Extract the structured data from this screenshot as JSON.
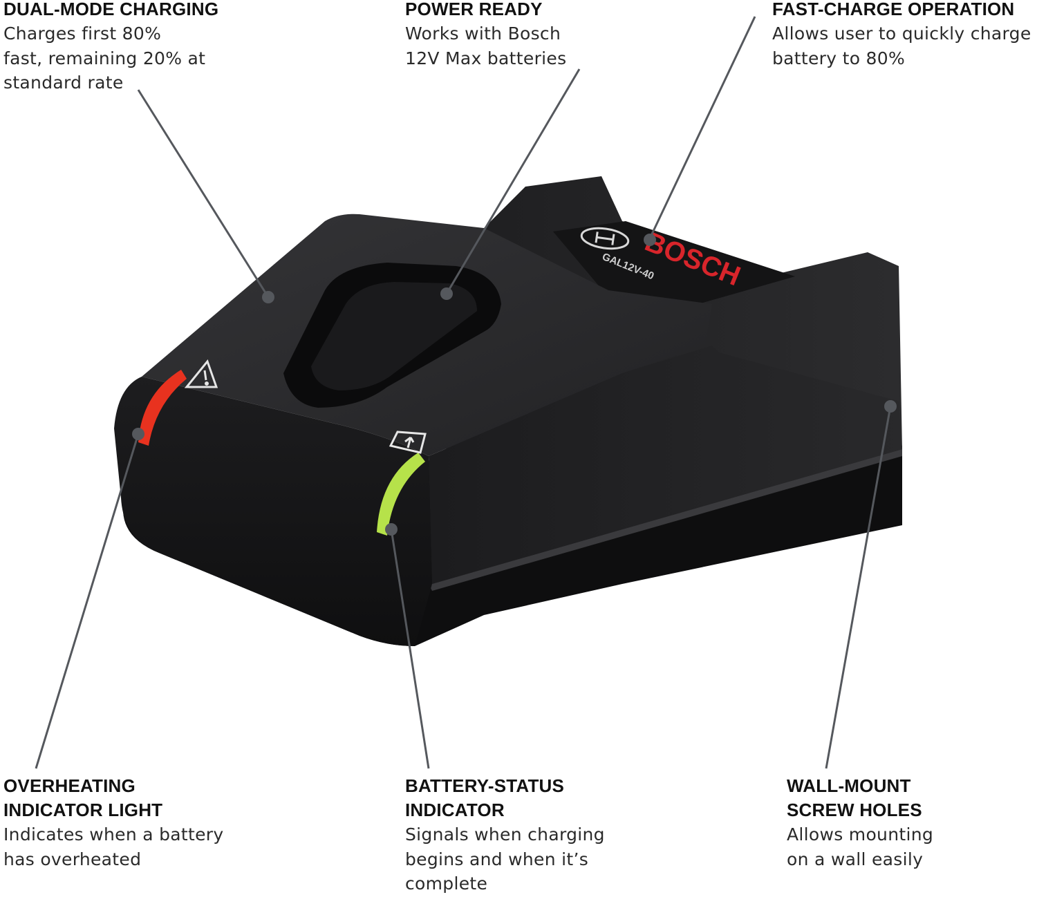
{
  "colors": {
    "charger_body": "#1f1f21",
    "charger_top": "#2b2b2d",
    "overheat_led": "#e8321f",
    "status_led": "#b6e24a",
    "brand_red": "#d8252b",
    "leader_line": "#55585d"
  },
  "brand": {
    "logo": "BOSCH",
    "model": "GAL12V-40"
  },
  "icons": {
    "warning": "warning-triangle-icon",
    "battery": "battery-charge-icon"
  },
  "callouts": {
    "dual_mode": {
      "title": "DUAL-MODE CHARGING",
      "desc": "Charges first 80%\nfast, remaining 20% at\nstandard rate"
    },
    "power_ready": {
      "title": "POWER READY",
      "desc": "Works with Bosch\n12V Max batteries"
    },
    "fast_charge": {
      "title": "FAST-CHARGE OPERATION",
      "desc": "Allows user to quickly charge\nbattery to 80%"
    },
    "overheating": {
      "title": "OVERHEATING\nINDICATOR LIGHT",
      "desc": "Indicates when a battery\nhas overheated"
    },
    "battery_status": {
      "title": "BATTERY-STATUS\nINDICATOR",
      "desc": "Signals when charging\nbegins and when it’s\ncomplete"
    },
    "wall_mount": {
      "title": "WALL-MOUNT\nSCREW HOLES",
      "desc": "Allows mounting\non a wall easily"
    }
  }
}
